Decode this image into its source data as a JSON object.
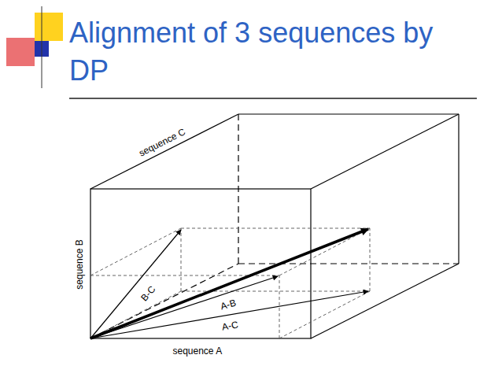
{
  "diagram": {
    "title": "Alignment of 3 sequences by DP",
    "labels": [
      "sequence C",
      "sequence B",
      "sequence A",
      "B-C",
      "A-B",
      "A-C"
    ]
  }
}
